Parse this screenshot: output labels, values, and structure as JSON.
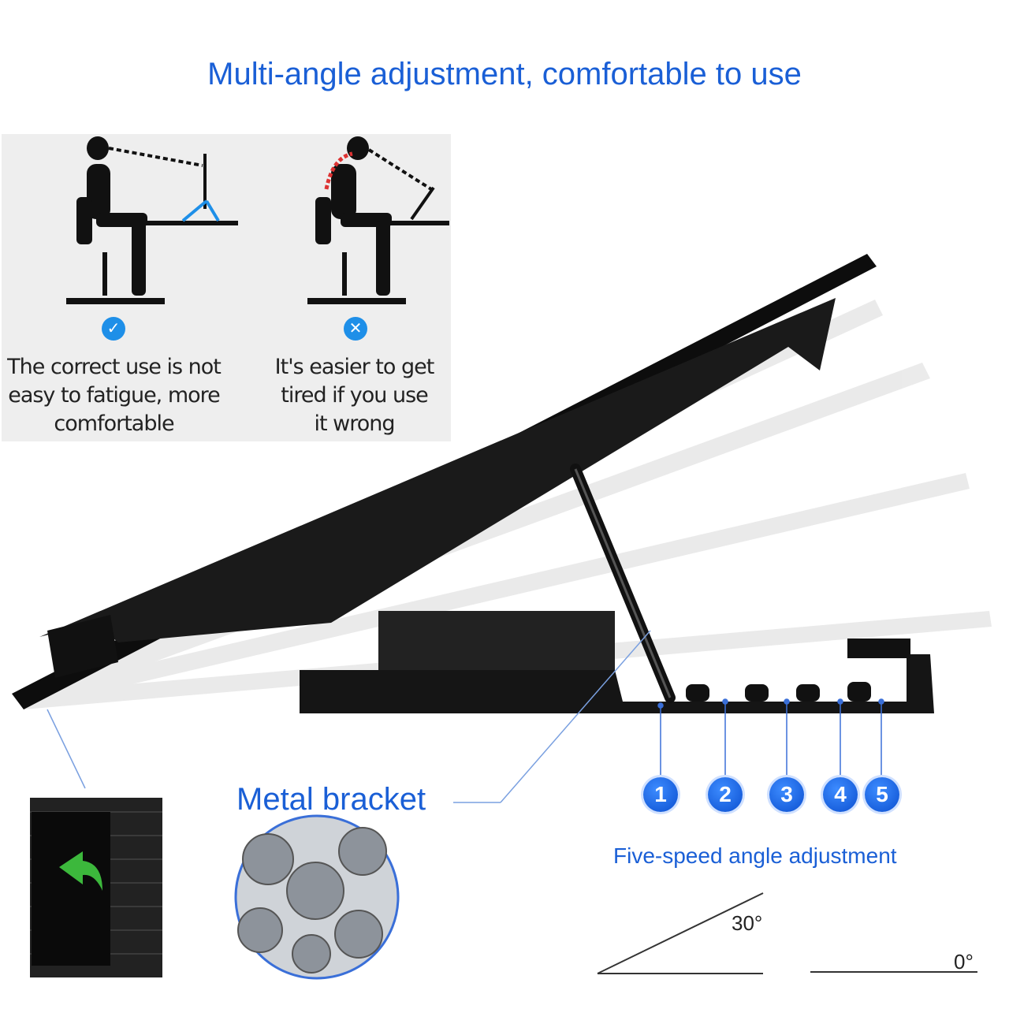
{
  "title": "Multi-angle adjustment, comfortable to use",
  "comparison": {
    "correct": {
      "icon": "check-icon",
      "caption_lines": [
        "The correct use is not",
        "easy to fatigue, more",
        "comfortable"
      ]
    },
    "wrong": {
      "icon": "cross-icon",
      "caption_lines": [
        "It's easier to get",
        "tired if you use",
        "it wrong"
      ]
    }
  },
  "bracket_label": "Metal bracket",
  "positions": [
    "1",
    "2",
    "3",
    "4",
    "5"
  ],
  "angle_label": "Five-speed angle adjustment",
  "angles": {
    "max": "30°",
    "min": "0°"
  },
  "colors": {
    "accent": "#1a5fd6",
    "badge": "#1e8fe8"
  }
}
